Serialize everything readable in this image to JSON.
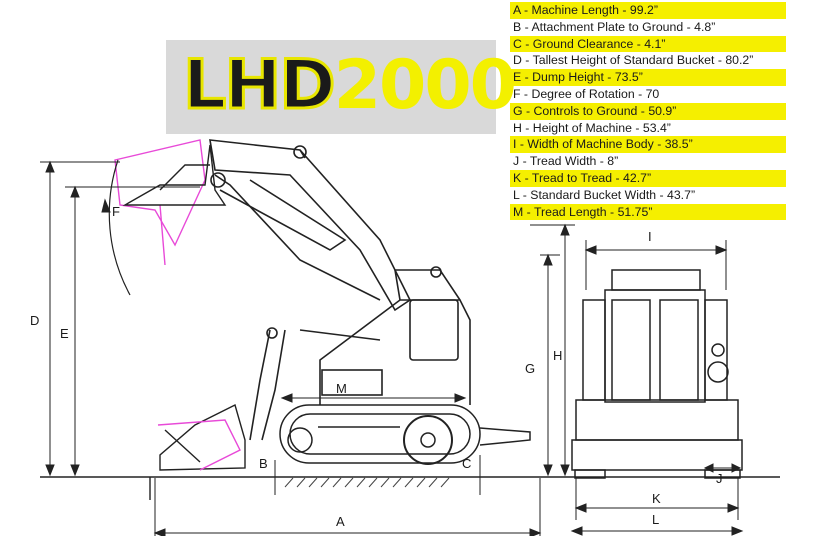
{
  "logo": {
    "text": "LHD2000",
    "colors": {
      "prefix": "#1a1a1a",
      "digits": "#f3f000",
      "box": "#d9d9d9"
    }
  },
  "accent_color": "#f5ef00",
  "specs": [
    {
      "text": "A - Machine Length - 99.2”",
      "highlight": true
    },
    {
      "text": "B - Attachment Plate to Ground - 4.8”",
      "highlight": false
    },
    {
      "text": "C - Ground Clearance - 4.1”",
      "highlight": true
    },
    {
      "text": "D - Tallest Height of Standard Bucket - 80.2”",
      "highlight": false
    },
    {
      "text": "E - Dump Height - 73.5”",
      "highlight": true
    },
    {
      "text": "F - Degree of Rotation - 70",
      "highlight": false
    },
    {
      "text": "G - Controls to Ground - 50.9”",
      "highlight": true
    },
    {
      "text": "H - Height of Machine - 53.4”",
      "highlight": false
    },
    {
      "text": "I - Width of Machine Body - 38.5”",
      "highlight": true
    },
    {
      "text": "J - Tread Width - 8”",
      "highlight": false
    },
    {
      "text": "K - Tread to Tread - 42.7”",
      "highlight": true
    },
    {
      "text": "L - Standard Bucket Width - 43.7”",
      "highlight": false
    },
    {
      "text": "M - Tread Length - 51.75”",
      "highlight": true
    }
  ],
  "dimension_labels": {
    "A": "A",
    "B": "B",
    "C": "C",
    "D": "D",
    "E": "E",
    "F": "F",
    "G": "G",
    "H": "H",
    "I": "I",
    "J": "J",
    "K": "K",
    "L": "L",
    "M": "M"
  }
}
